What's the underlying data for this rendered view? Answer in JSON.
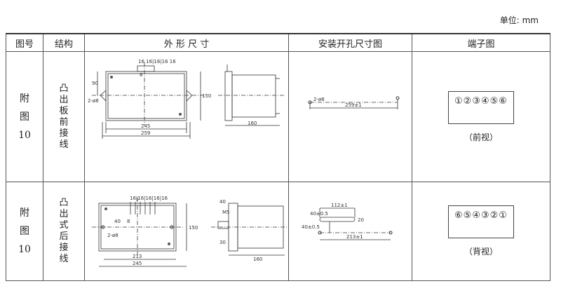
{
  "unit_label": "单位: mm",
  "headers": [
    "图号",
    "结构",
    "外 形 尺 寸",
    "安装开孔尺寸图",
    "端子图"
  ],
  "rows": [
    {
      "fig": [
        "附",
        "图",
        "10"
      ],
      "structure": "凸出板前接线",
      "dims": {
        "top": "16 16|16|16 16",
        "h90": "90",
        "h8": "8",
        "hole": "2-ø8",
        "h150": "150",
        "w245": "245",
        "w259": "259",
        "d160": "160"
      },
      "cutout": {
        "hole": "2-ø8",
        "w": "259±1"
      },
      "terminals": "①②③④⑤⑥",
      "view": "（前视）"
    },
    {
      "fig": [
        "附",
        "图",
        "10"
      ],
      "structure": "凸出式后接线",
      "dims": {
        "top": "16|16|16|16|16",
        "h40": "40",
        "h8": "8",
        "hole": "2-ø8",
        "h150": "150",
        "w213": "213",
        "w245": "245",
        "s40": "40",
        "m5": "M5",
        "s30": "30",
        "d160": "160"
      },
      "cutout": {
        "a": "40±0.5",
        "b": "40±0.5",
        "w112": "112±1",
        "h20": "20",
        "w213": "213±1"
      },
      "terminals": "⑥⑤④③②①",
      "view": "（背视）"
    }
  ]
}
